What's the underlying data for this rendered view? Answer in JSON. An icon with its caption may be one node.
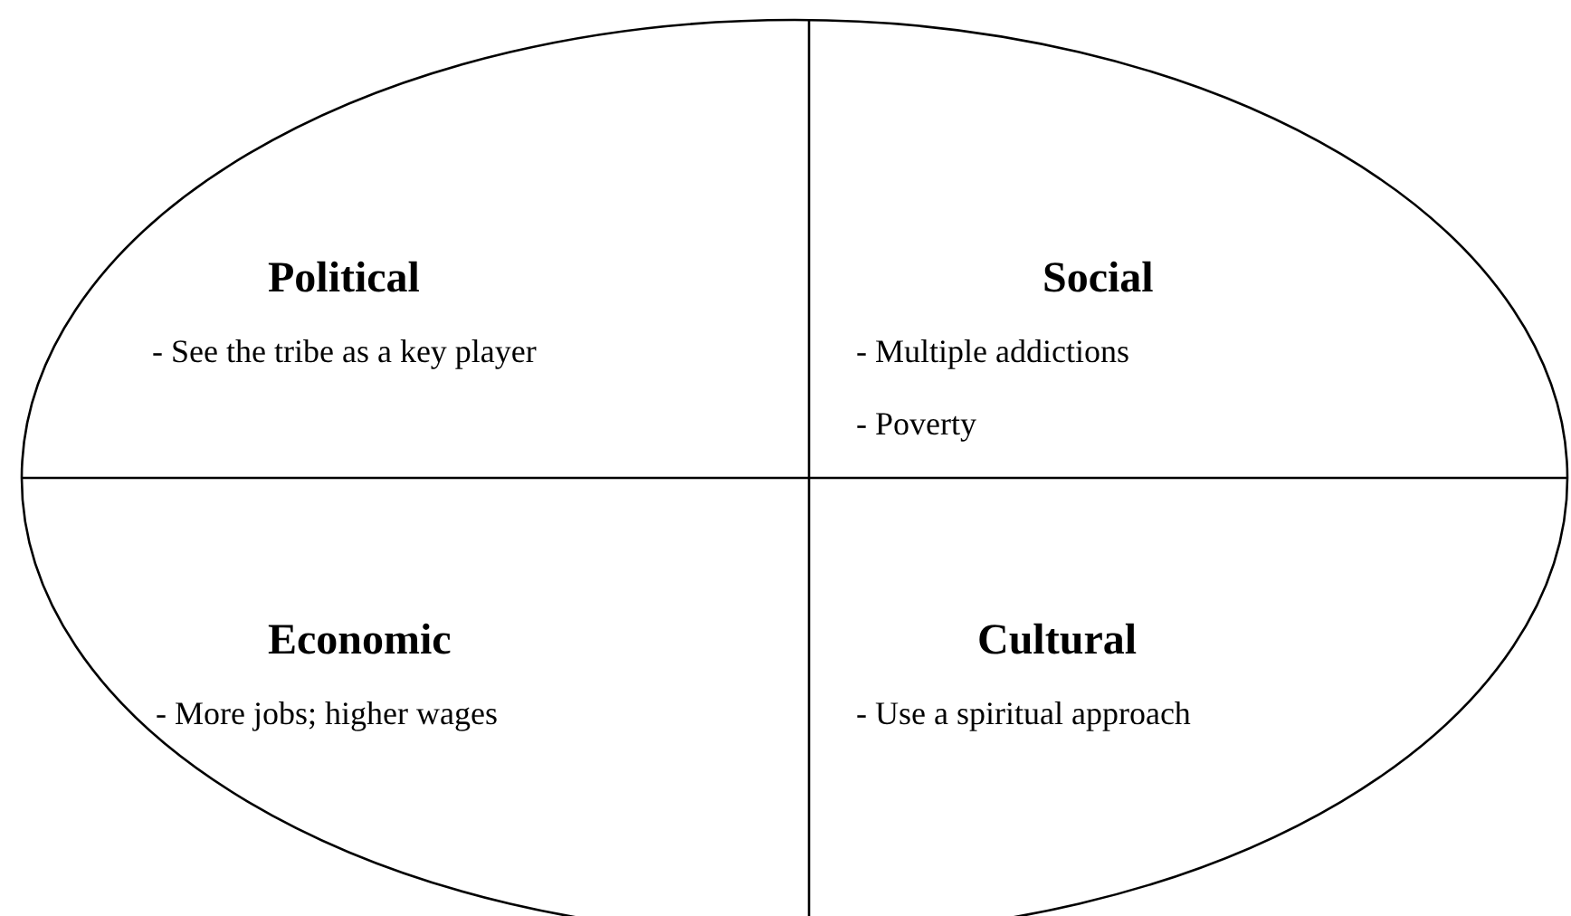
{
  "diagram": {
    "nodes": [
      {
        "text": [],
        "shape": "ellipse"
      },
      {
        "text": [
          "Political",
          "- See the tribe as a key player"
        ],
        "in": 0
      },
      {
        "text": [
          "Social",
          "- Multiple addictions",
          "- Poverty"
        ],
        "in": 0
      },
      {
        "text": [
          "Economic",
          "- More jobs; higher wages"
        ],
        "in": 0
      },
      {
        "text": [
          "Cultural",
          "- Use a spiritual approach"
        ],
        "in": 0
      }
    ]
  }
}
